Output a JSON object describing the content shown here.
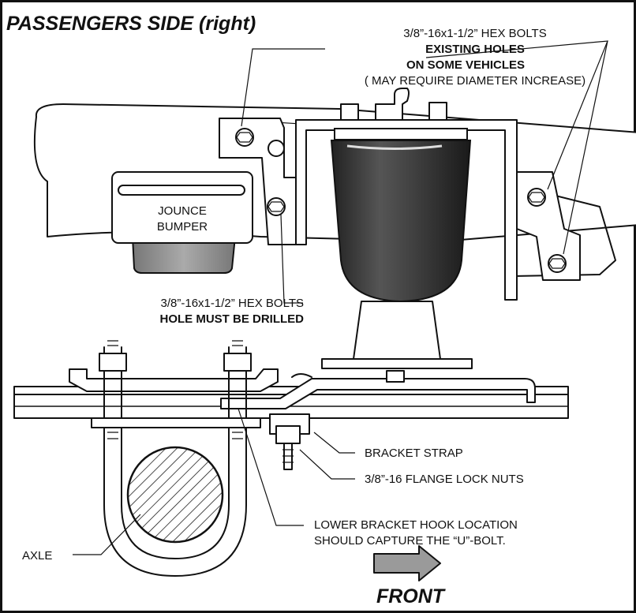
{
  "title": "PASSENGERS SIDE (right)",
  "callouts": {
    "top_bolts": {
      "line1": "3/8”-16x1-1/2” HEX BOLTS",
      "line2": "EXISTING HOLES",
      "line3": "ON SOME VEHICLES",
      "line4": "( MAY REQUIRE DIAMETER INCREASE)"
    },
    "left_bolts": {
      "line1": "3/8”-16x1-1/2” HEX BOLTS",
      "line2": "HOLE MUST BE DRILLED"
    },
    "jounce": {
      "line1": "JOUNCE",
      "line2": "BUMPER"
    },
    "bracket_strap": "BRACKET STRAP",
    "lock_nuts": "3/8”-16 FLANGE LOCK NUTS",
    "hook": {
      "line1": "LOWER BRACKET HOOK LOCATION",
      "line2": "SHOULD CAPTURE THE “U”-BOLT."
    },
    "axle": "AXLE"
  },
  "direction": {
    "label": "FRONT"
  },
  "colors": {
    "ink": "#111111",
    "bag_shade": "#333333",
    "bumper_shade": "#888888",
    "arrow_fill": "#9a9a9a",
    "background": "#ffffff"
  }
}
